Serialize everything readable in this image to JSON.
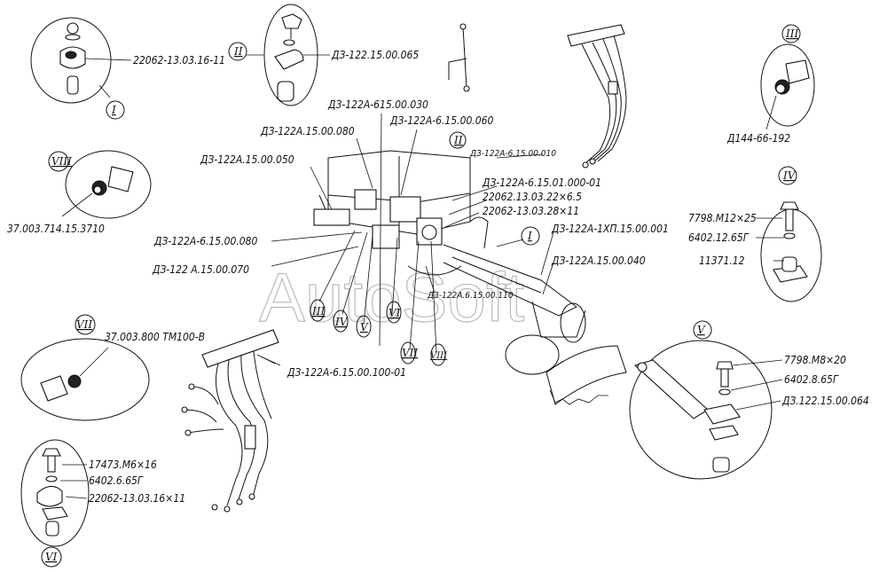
{
  "watermark": "AutoSoft",
  "callouts": {
    "c1": "22062-13.03.16-11",
    "c2": "ДЗ-122.15.00.065",
    "c3": "Д144-66-192",
    "c4": "37.003.714.15.3710",
    "c5": "7798.М12×25",
    "c6": "6402.12.65Г",
    "c7": "11371.12",
    "c8": "37.003.800 ТМ100-В",
    "c9": "7798.М8×20",
    "c10": "6402.8.65Г",
    "c11": "ДЗ.122.15.00.064",
    "c12": "17473.М6×16",
    "c13": "6402.6.65Г",
    "c14": "22062-13.03.16×11",
    "m1": "ДЗ-122А-615.00.030",
    "m2": "ДЗ-122А-6.15.00.060",
    "m3": "ДЗ-122А.15.00.080",
    "m4": "ДЗ-122А.15.00.050",
    "m5": "ДЗ-122А-6.15.00.010",
    "m6": "ДЗ-122А-6.15.01.000-01",
    "m7": "22062.13.03.22×6.5",
    "m8": "22062-13.03.28×11",
    "m9": "ДЗ-122А-6.15.00.080",
    "m10": "ДЗ-122А-1ХП.15.00.001",
    "m11": "ДЗ-122 А.15.00.070",
    "m12": "ДЗ-122А.15.00.040",
    "m13": "ДЗ-122А.6.15.00.110",
    "m14": "ДЗ-122А-6.15.00.100-01"
  },
  "romans": {
    "r1": "I",
    "r2": "II",
    "r3": "III",
    "r4": "IV",
    "r5": "V",
    "r6": "VI",
    "r7": "VII",
    "r8": "VIII",
    "i1": "II",
    "i2": "I",
    "b3": "III",
    "b4": "IV",
    "b5": "V",
    "b6": "VI",
    "b7": "VII",
    "b8": "VIII"
  }
}
